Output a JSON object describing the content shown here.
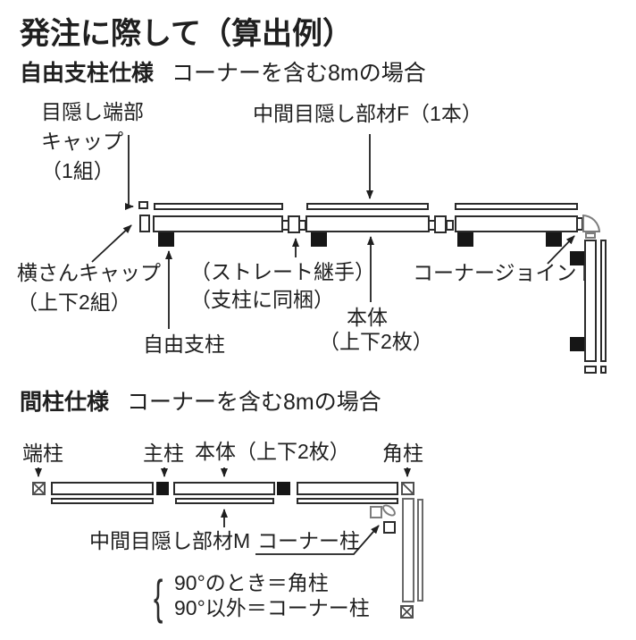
{
  "page": {
    "title": "発注に際して（算出例）",
    "ink_color": "#1f1f1f",
    "post_fill_color": "#161616"
  },
  "free_post_section": {
    "heading_bold": "自由支柱仕様",
    "heading_rest": "コーナーを含む8mの場合",
    "labels": {
      "end_cap_l1": "目隠し端部",
      "end_cap_l2": "キャップ",
      "end_cap_l3": "（1組）",
      "middle_panel_f": "中間目隠し部材F（1本）",
      "rail_cap_l1": "横さんキャップ",
      "rail_cap_l2": "（上下2組）",
      "straight_joint_l1": "（ストレート継手）",
      "straight_joint_l2": "（支柱に同梱）",
      "free_post": "自由支柱",
      "body_l1": "本体",
      "body_l2": "（上下2枚）",
      "corner_joint": "コーナージョイント"
    }
  },
  "stud_section": {
    "heading_bold": "間柱仕様",
    "heading_rest": "コーナーを含む8mの場合",
    "labels": {
      "end_post": "端柱",
      "main_post": "主柱",
      "body": "本体（上下2枚）",
      "corner_post": "角柱",
      "middle_panel_m": "中間目隠し部材M",
      "corner_pillar": "コーナー柱",
      "note_brace": "{",
      "note_l1": "90°のとき＝角柱",
      "note_l2": "90°以外＝コーナー柱"
    }
  }
}
